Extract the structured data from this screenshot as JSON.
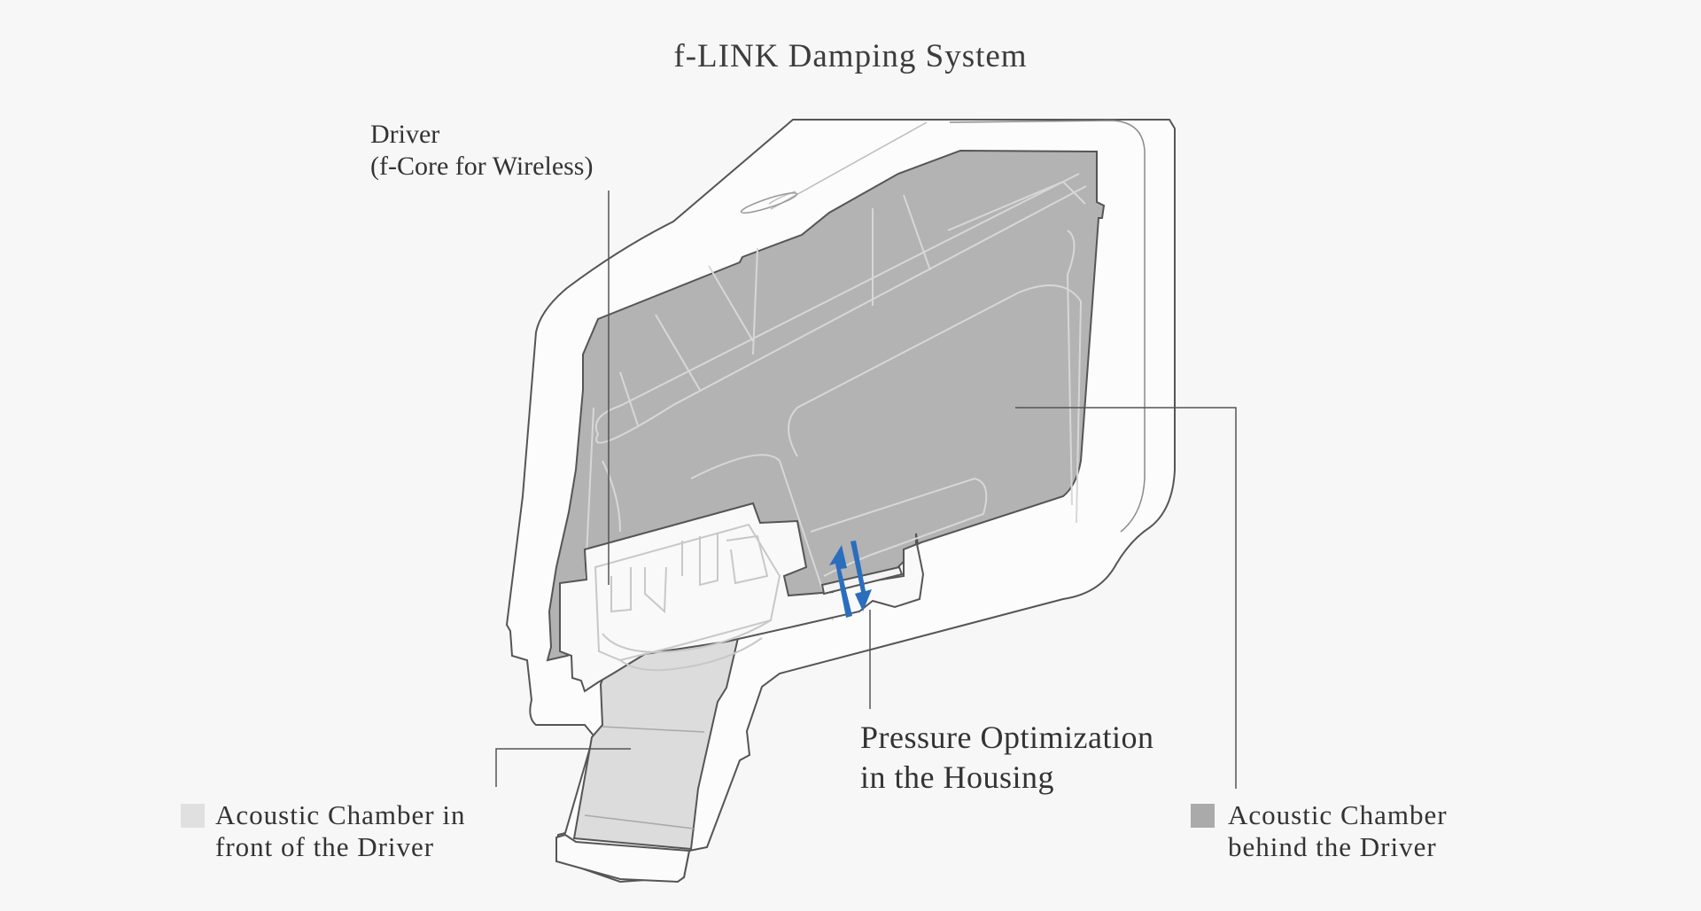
{
  "title": "f-LINK Damping System",
  "labels": {
    "driver": [
      "Driver",
      "(f-Core for Wireless)"
    ],
    "pressure": [
      "Pressure Optimization",
      "in the Housing"
    ]
  },
  "legend": {
    "front": {
      "lines": [
        "Acoustic Chamber in",
        "front of the Driver"
      ],
      "color": "#e0e0e0"
    },
    "behind": {
      "lines": [
        "Acoustic Chamber",
        "behind the Driver"
      ],
      "color": "#aaaaaa"
    }
  },
  "colors": {
    "background": "#f7f7f7",
    "housing": "#fcfcfc",
    "chamber_behind": "#b3b3b3",
    "chamber_front": "#dcdcdc",
    "outline": "#555555",
    "arrow": "#2a6ebd"
  }
}
